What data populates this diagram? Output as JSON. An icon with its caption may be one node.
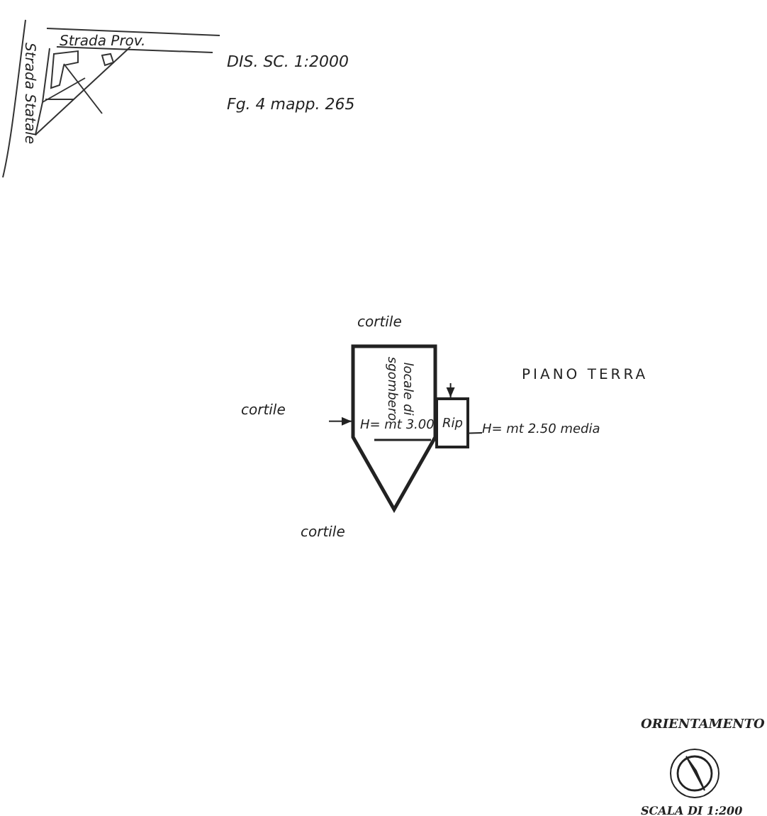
{
  "diagram": {
    "nodes": [
      {
        "text": [
          "locale di sgombero",
          "H= mt 3.00"
        ]
      },
      {
        "text": [
          "Rip"
        ]
      },
      {
        "text": [
          "H= mt 2.50 media"
        ]
      }
    ],
    "edges": [
      {
        "from": null,
        "to": 0,
        "arrow": "to"
      },
      {
        "from": null,
        "to": 1,
        "arrow": "to"
      },
      {
        "from": 2,
        "to": 1,
        "arrow": "none"
      }
    ],
    "labels": [
      "Strada Prov.",
      "Strada Statale",
      "DIS. SC. 1:2000",
      "Fg. 4 mapp. 265",
      "cortile",
      "PIANO TERRA",
      "cortile",
      "cortile",
      "ORIENTAMENTO",
      "SCALA DI 1:200"
    ]
  }
}
